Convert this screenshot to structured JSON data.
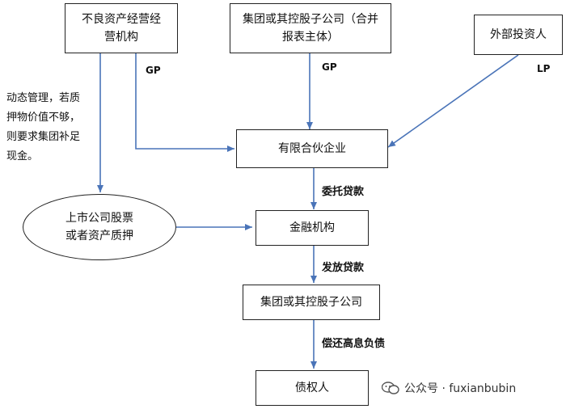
{
  "nodes": {
    "npl_operator": [
      "不良资产经营经",
      "营机构"
    ],
    "group_parent": [
      "集团或其控股子公司（合并",
      "报表主体）"
    ],
    "external_investor": "外部投资人",
    "limited_partnership": "有限合伙企业",
    "financial_institution": "金融机构",
    "group_company": "集团或其控股子公司",
    "creditor": "债权人",
    "pledge": [
      "上市公司股票",
      "或者资产质押"
    ]
  },
  "labels": {
    "gp1": "GP",
    "gp2": "GP",
    "lp": "LP",
    "entrusted_loan": "委托贷款",
    "issue_loan": "发放贷款",
    "repay": "偿还高息负债"
  },
  "note": [
    "动态管理，若质",
    "押物价值不够，",
    "则要求集团补足",
    "现金。"
  ],
  "watermark": "公众号 · fuxianbubin",
  "colors": {
    "arrow": "#4a74b8",
    "border": "#222222"
  }
}
